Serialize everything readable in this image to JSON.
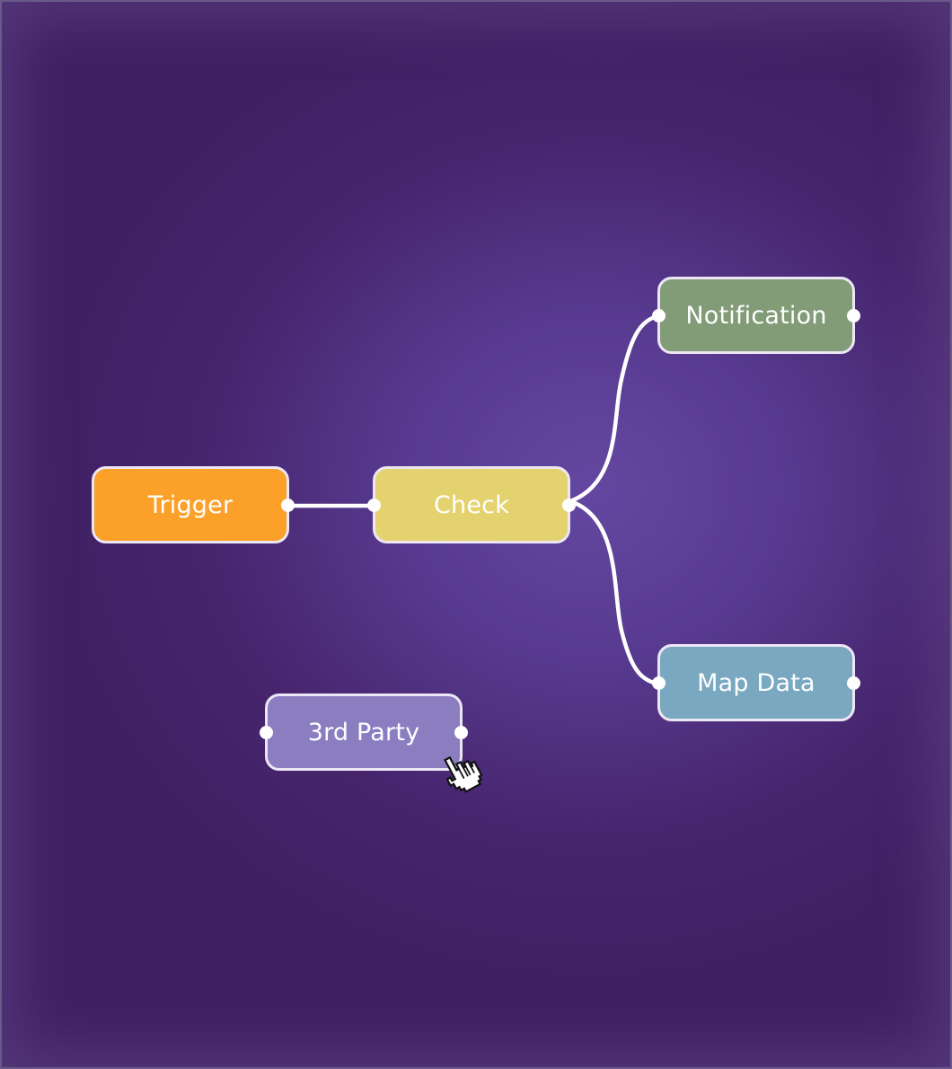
{
  "nodes": {
    "trigger": {
      "label": "Trigger",
      "color": "#fba028"
    },
    "check": {
      "label": "Check",
      "color": "#e4d26e"
    },
    "notification": {
      "label": "Notification",
      "color": "#829c78"
    },
    "map_data": {
      "label": "Map Data",
      "color": "#7aa8c0"
    },
    "third_party": {
      "label": "3rd Party",
      "color": "#8a7dc0"
    }
  },
  "connections": [
    {
      "from": "trigger",
      "to": "check"
    },
    {
      "from": "check",
      "to": "notification"
    },
    {
      "from": "check",
      "to": "map_data"
    }
  ],
  "cursor": {
    "icon": "hand-pointer-icon"
  }
}
